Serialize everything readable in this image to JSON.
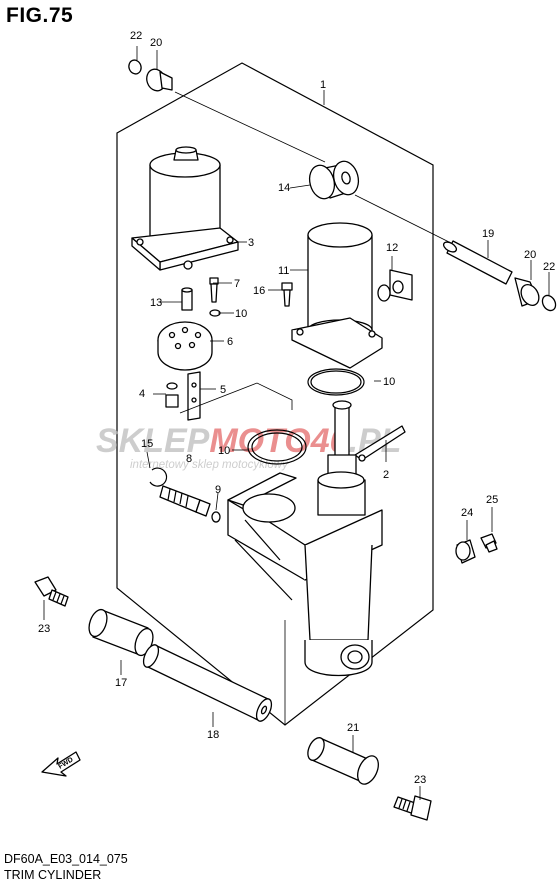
{
  "figure": {
    "title": "FIG.75"
  },
  "footer": {
    "code": "DF60A_E03_014_075",
    "name": "TRIM CYLINDER"
  },
  "watermark": {
    "brand_a": "SKLEP",
    "brand_b": "MOTO",
    "brand_c": "40",
    "brand_d": ".PL",
    "tagline": "internetowy sklep motocyklowy"
  },
  "fwd_label": "FWD",
  "callouts": [
    "1",
    "2",
    "3",
    "4",
    "5",
    "6",
    "7",
    "8",
    "9",
    "10",
    "10",
    "10",
    "11",
    "12",
    "13",
    "14",
    "15",
    "16",
    "17",
    "18",
    "19",
    "20",
    "20",
    "21",
    "22",
    "22",
    "23",
    "23",
    "24",
    "25"
  ],
  "colors": {
    "line": "#000000",
    "watermark_gray": "#bdbdbd",
    "watermark_red": "#e46a6a"
  }
}
